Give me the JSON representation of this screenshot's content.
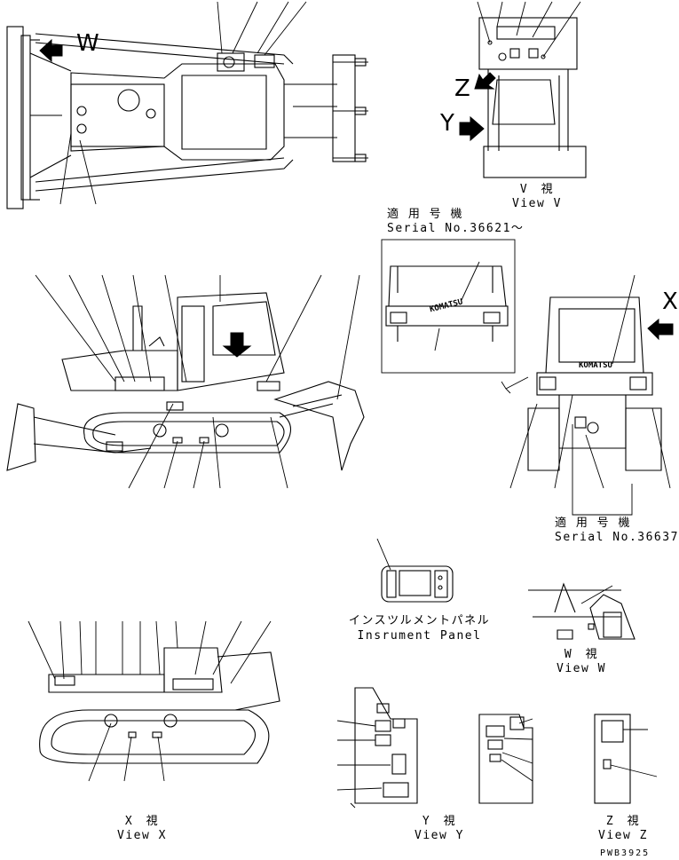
{
  "views": {
    "v": {
      "jp": "V　視",
      "en": "View V"
    },
    "x": {
      "jp": "X　視",
      "en": "View X"
    },
    "y": {
      "jp": "Y　視",
      "en": "View Y"
    },
    "z": {
      "jp": "Z　視",
      "en": "View Z"
    },
    "w": {
      "jp": "W　視",
      "en": "View W"
    }
  },
  "serial_notes": [
    {
      "jp": "適 用 号 機",
      "en": "Serial No.36621～"
    },
    {
      "jp": "適 用 号 機",
      "en": "Serial No.36637～"
    }
  ],
  "instrument_panel": {
    "jp": "インスツルメントパネル",
    "en": "Insrument Panel"
  },
  "brand": "KOMATSU",
  "arrow_letters": {
    "w": "W",
    "z": "Z",
    "y": "Y",
    "x": "X"
  },
  "drawing_code": "PWB3925"
}
